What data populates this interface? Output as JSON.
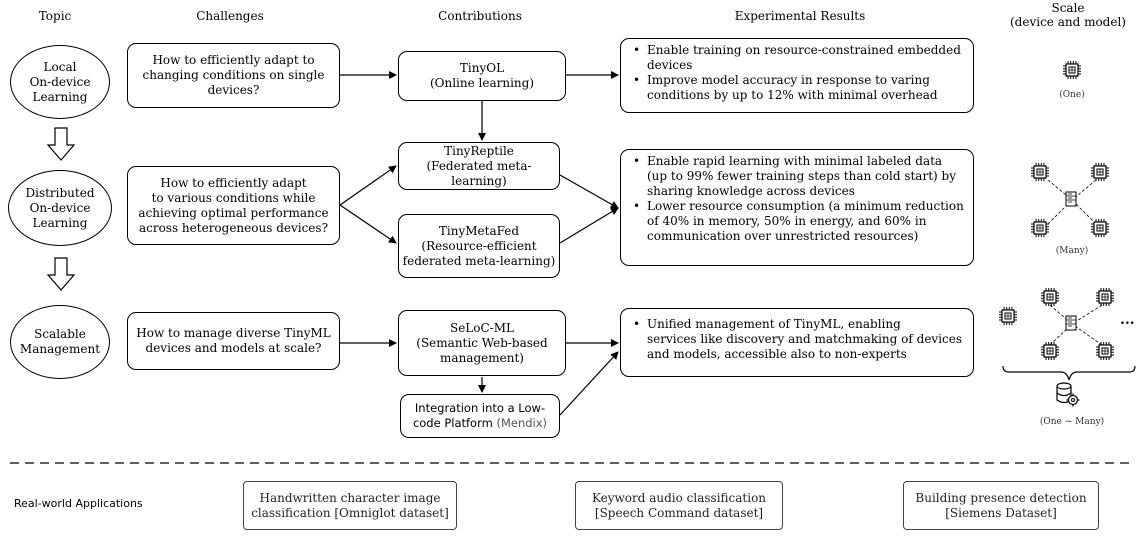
{
  "headers": {
    "topic": "Topic",
    "challenges": "Challenges",
    "contributions": "Contributions",
    "results": "Experimental Results",
    "scale_l1": "Scale",
    "scale_l2": "(device and model)"
  },
  "topics": [
    {
      "l1": "Local",
      "l2": "On-device",
      "l3": "Learning"
    },
    {
      "l1": "Distributed",
      "l2": "On-device",
      "l3": "Learning"
    },
    {
      "l1": "Scalable",
      "l2": "Management"
    }
  ],
  "challenges": [
    {
      "l1": "How to efficiently adapt to",
      "l2": "changing conditions on single",
      "l3": "devices?"
    },
    {
      "l1": "How to efficiently adapt",
      "l2": "to various conditions while",
      "l3": "achieving optimal performance",
      "l4": "across heterogeneous devices?"
    },
    {
      "l1": "How to manage diverse TinyML",
      "l2": "devices and models at scale?"
    }
  ],
  "contributions": {
    "tinyol": {
      "title": "TinyOL",
      "sub": "(Online learning)"
    },
    "tinyreptile": {
      "title": "TinyReptile",
      "sub": "(Federated meta-learning)"
    },
    "tinymetafed": {
      "title": "TinyMetaFed",
      "sub1": "(Resource-efficient",
      "sub2": "federated meta-learning)"
    },
    "seloc": {
      "title": "SeLoC-ML",
      "sub1": "(Semantic Web-based",
      "sub2": "management)"
    },
    "lowcode": {
      "l1": "Integration into a Low-",
      "l2": "code Platform",
      "l2b": "(Mendix)"
    }
  },
  "results": [
    {
      "bullets": [
        {
          "l1": "Enable training on resource-constrained embedded",
          "l2": "devices"
        },
        {
          "l1": "Improve model accuracy in response to varing",
          "l2": "conditions by up to 12% with minimal overhead"
        }
      ]
    },
    {
      "bullets": [
        {
          "l1": "Enable rapid learning with minimal labeled data",
          "l2": "(up to 99% fewer training steps than cold start) by",
          "l3": "sharing knowledge across devices"
        },
        {
          "l1": "Lower resource consumption (a minimum reduction",
          "l2": "of 40% in memory, 50% in energy, and 60% in",
          "l3": "communication over unrestricted resources)"
        }
      ]
    },
    {
      "bullets": [
        {
          "l1": "Unified management of TinyML, enabling",
          "l2": "services like discovery and matchmaking of devices",
          "l3": "and models, accessible also to non-experts"
        }
      ]
    }
  ],
  "scale": {
    "one": "(One)",
    "many": "(Many)",
    "one_many": "(One ~ Many)",
    "ellipsis": "..."
  },
  "applications": {
    "label": "Real-world Applications",
    "items": [
      {
        "l1": "Handwritten character image",
        "l2": "classification [Omniglot dataset]"
      },
      {
        "l1": "Keyword audio classification",
        "l2": "[Speech Command dataset]"
      },
      {
        "l1": "Building presence detection",
        "l2": "[Siemens Dataset]"
      }
    ]
  },
  "icons": {
    "chip": "chip-icon",
    "server": "server-icon",
    "database": "database-gear-icon",
    "arrow_down": "hollow-down-arrow-icon"
  }
}
